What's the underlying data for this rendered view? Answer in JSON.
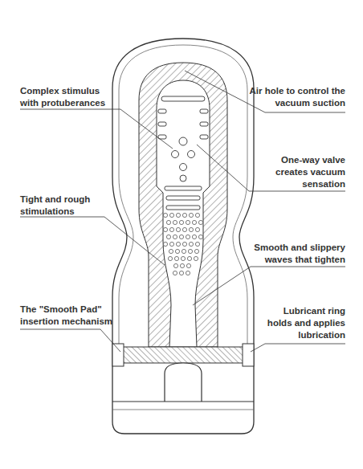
{
  "diagram": {
    "labels": [
      "Complex stimulus with protuberances",
      "Air hole to control the vacuum suction",
      "One-way valve creates vacuum sensation",
      "Tight and rough stimulations",
      "Smooth and slippery waves that tighten",
      "The \"Smooth Pad\" insertion mechanism",
      "Lubricant ring holds and applies lubrication"
    ]
  }
}
